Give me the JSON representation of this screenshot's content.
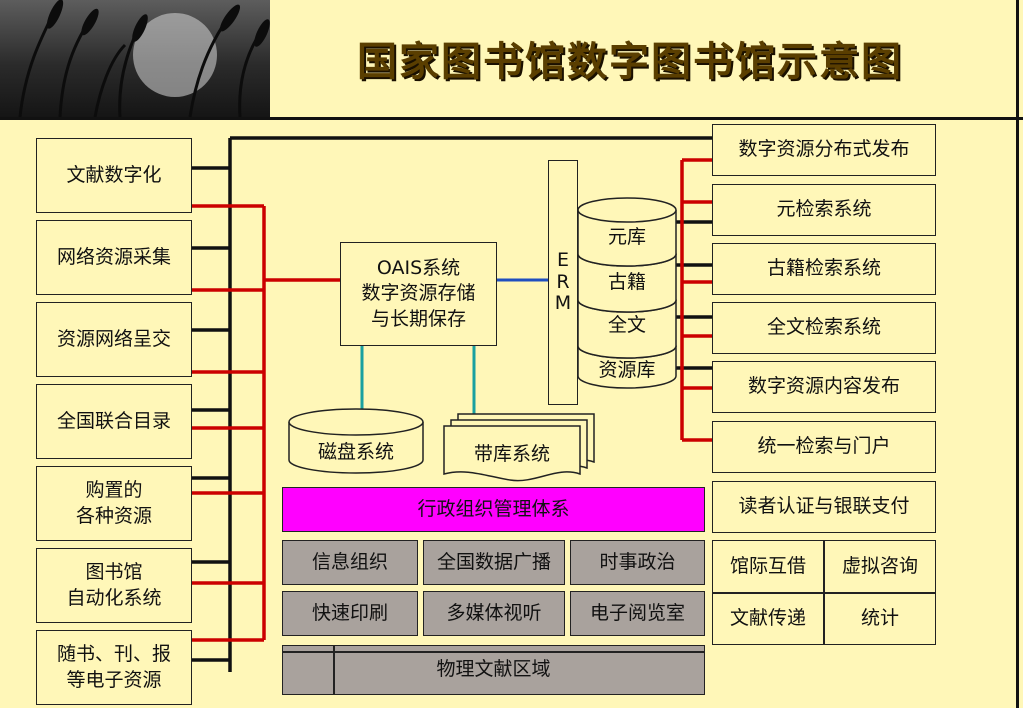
{
  "title": "国家图书馆数字图书馆示意图",
  "left_boxes": [
    "文献数字化",
    "网络资源采集",
    "资源网络呈交",
    "全国联合目录",
    "购置的\n各种资源",
    "图书馆\n自动化系统",
    "随书、刊、报\n等电子资源"
  ],
  "oais": "OAIS系统\n数字资源存储\n与长期保存",
  "erm": "E\nR\nM",
  "db_layers": [
    "元库",
    "古籍",
    "全文",
    "资源库"
  ],
  "disk": "磁盘系统",
  "tape": "带库系统",
  "right_boxes": [
    "数字资源分布式发布",
    "元检索系统",
    "古籍检索系统",
    "全文检索系统",
    "数字资源内容发布",
    "统一检索与门户",
    "读者认证与银联支付"
  ],
  "admin_bar": "行政组织管理体系",
  "services_row1": [
    "信息组织",
    "全国数据广播",
    "时事政治"
  ],
  "services_row2": [
    "快速印刷",
    "多媒体视听",
    "电子阅览室"
  ],
  "physical": "物理文献区域",
  "right_grid": [
    [
      "馆际互借",
      "虚拟咨询"
    ],
    [
      "文献传递",
      "统计"
    ]
  ],
  "colors": {
    "background": "#fff7b8",
    "red_line": "#cc0000",
    "black_line": "#111111",
    "blue_line": "#1f4fbf",
    "teal_line": "#1aa0a0",
    "admin_bar": "#ff00ff",
    "gray_box": "#a9a29d"
  }
}
